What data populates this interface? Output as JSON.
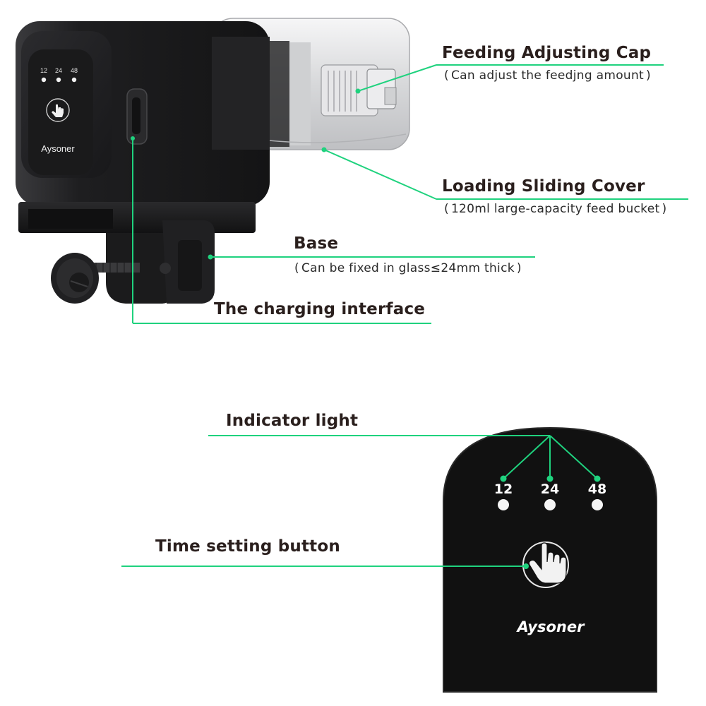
{
  "colors": {
    "leader_line": "#1fd27e",
    "device_body": "#1c1c1e",
    "panel_face": "#111111",
    "background": "#ffffff",
    "label_text": "#2a1f1d"
  },
  "device": {
    "brand": "Aysoner",
    "indicator_values": [
      "12",
      "24",
      "48"
    ]
  },
  "callouts": {
    "feeding_cap": {
      "title": "Feeding Adjusting Cap",
      "note": "Can adjust the feedjng amount"
    },
    "sliding_cover": {
      "title": "Loading Sliding Cover",
      "note": "120ml large-capacity feed bucket"
    },
    "base": {
      "title": "Base",
      "note": "Can be fixed in glass≤24mm thick"
    },
    "charging": {
      "title": "The charging interface"
    },
    "indicator": {
      "title": "Indicator light"
    },
    "time_button": {
      "title": "Time setting button"
    }
  },
  "panel": {
    "indicator_labels": [
      "12",
      "24",
      "48"
    ],
    "brand": "Aysoner",
    "button_icon": "hand-pointer-icon"
  }
}
